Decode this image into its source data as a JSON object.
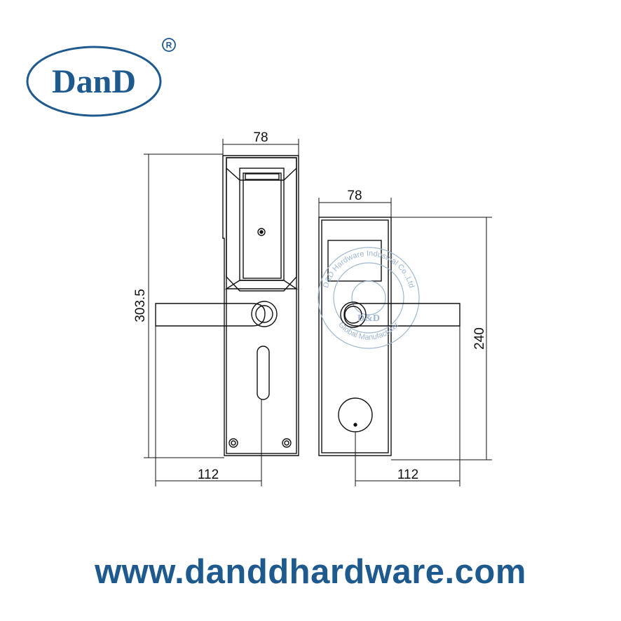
{
  "logo": {
    "text": "DanD",
    "registered_mark": "®",
    "color": "#1f5a8f"
  },
  "diagram": {
    "front_view": {
      "width_top": "78",
      "height": "303.5",
      "width_bottom": "112"
    },
    "back_view": {
      "width_top": "78",
      "height": "240",
      "width_bottom": "112"
    },
    "watermark": {
      "ring_text_top": "D&D Hardware Industrial Co.,Ltd",
      "ring_text_bottom": "Global Manufacturer",
      "center_text": "D&D",
      "line_color": "#9fb7cf"
    }
  },
  "footer": {
    "website": "www.danddhardware.com",
    "color": "#1f5a8f"
  }
}
